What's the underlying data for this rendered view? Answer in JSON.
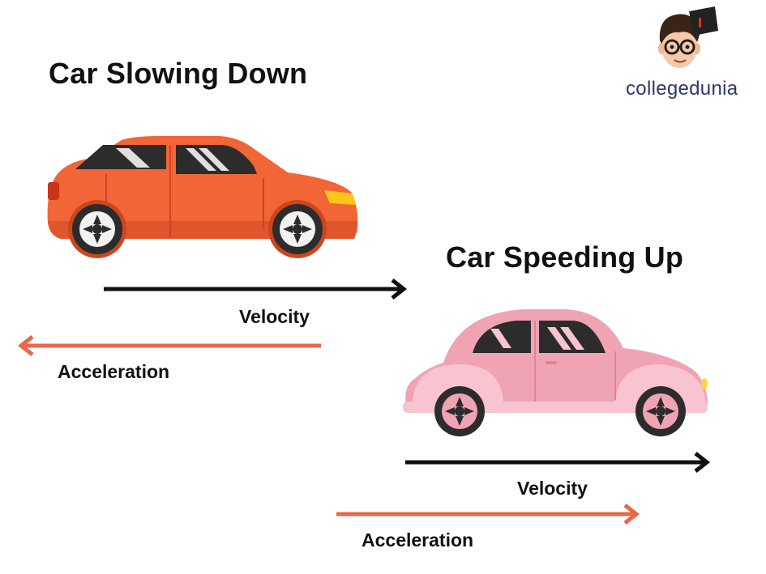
{
  "slowing": {
    "title": "Car Slowing Down",
    "velocity_label": "Velocity",
    "acceleration_label": "Acceleration"
  },
  "speeding": {
    "title": "Car Speeding Up",
    "velocity_label": "Velocity",
    "acceleration_label": "Acceleration"
  },
  "brand": {
    "name": "collegedunia"
  },
  "colors": {
    "velocity_arrow": "#111111",
    "acceleration_arrow": "#e8694a",
    "car_orange": "#f26536",
    "car_pink": "#f0a4b3",
    "brand_text": "#2e3a66"
  }
}
